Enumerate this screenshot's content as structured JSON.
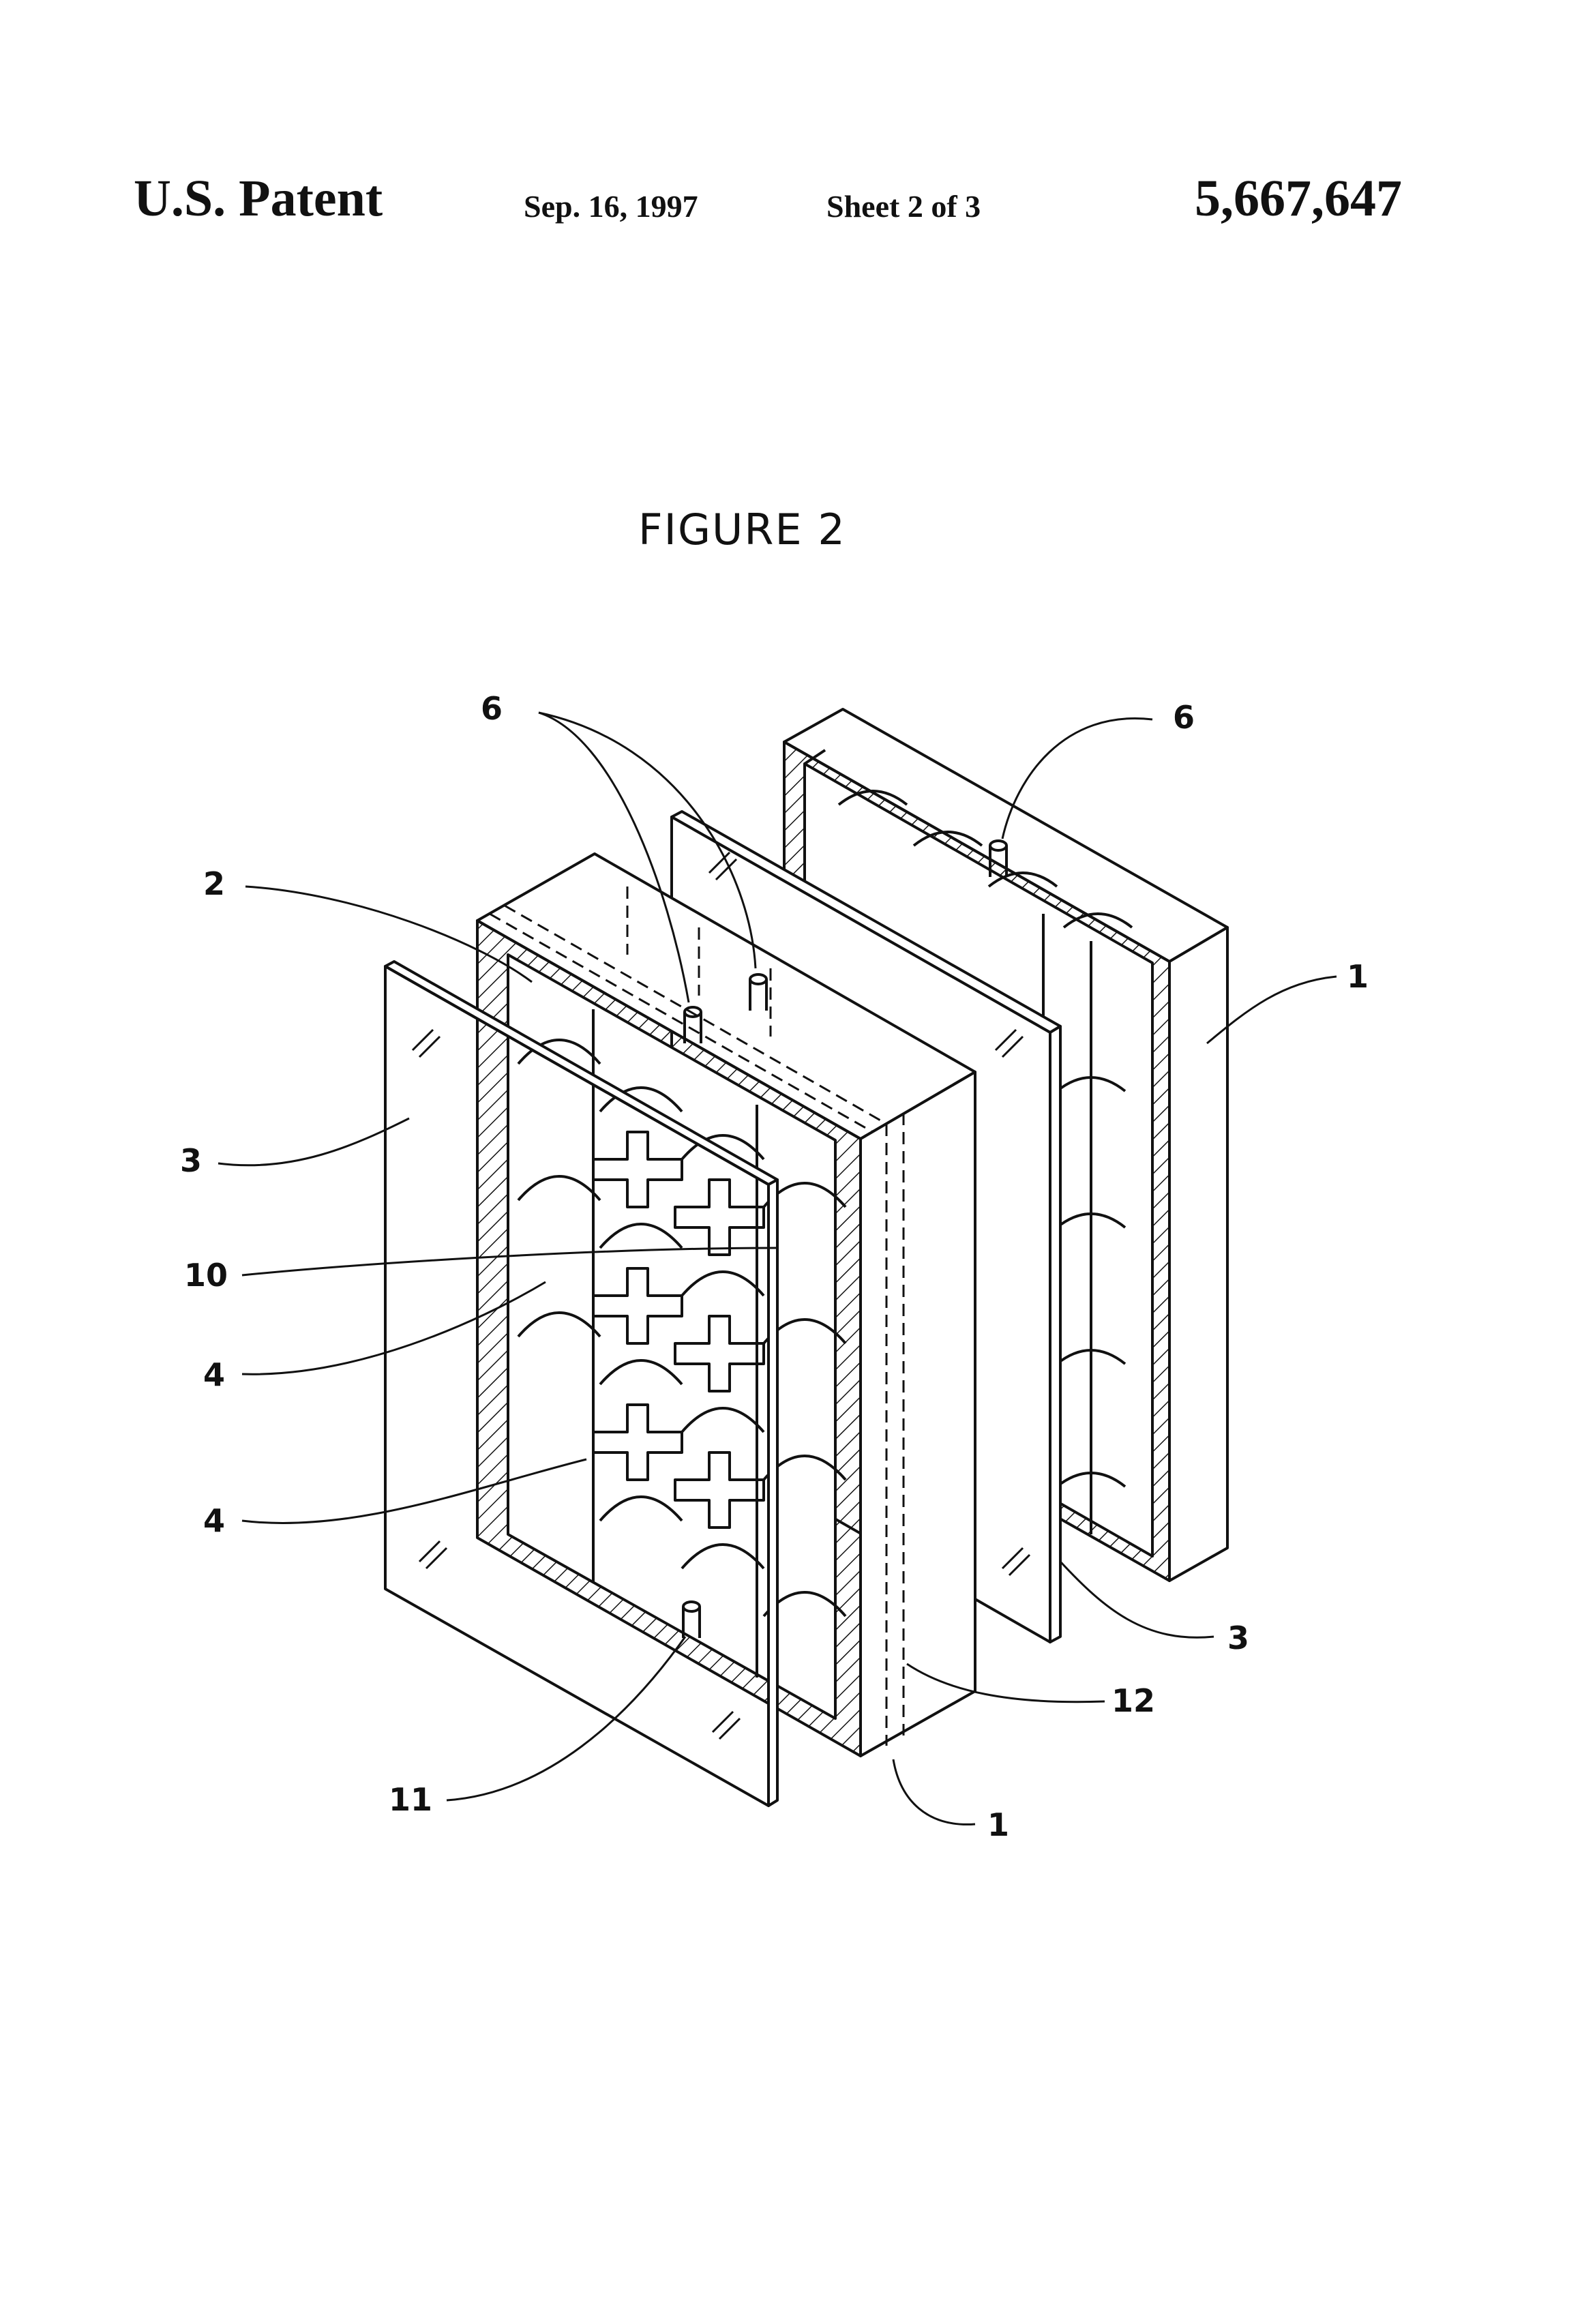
{
  "header": {
    "title": "U.S. Patent",
    "date": "Sep. 16, 1997",
    "sheet": "Sheet 2 of 3",
    "patent_number": "5,667,647"
  },
  "figure": {
    "title": "FIGURE   2",
    "reference_numerals": [
      "6",
      "6",
      "2",
      "1",
      "3",
      "10",
      "4",
      "4",
      "3",
      "12",
      "11",
      "1"
    ]
  },
  "colors": {
    "ink": "#111111",
    "paper": "#ffffff"
  }
}
